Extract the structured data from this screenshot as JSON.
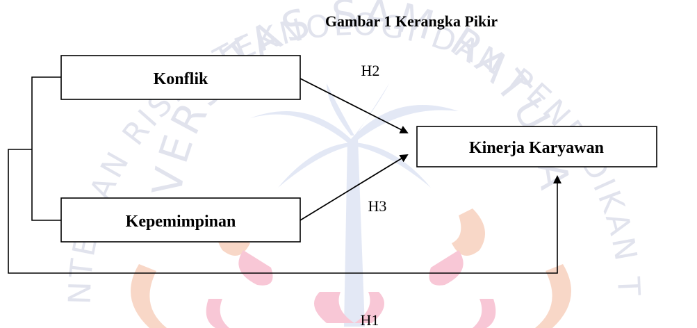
{
  "figure": {
    "caption": "Gambar 1 Kerangka Pikir"
  },
  "nodes": {
    "konflik": "Konflik",
    "kepemimpinan": "Kepemimpinan",
    "kinerja": "Kinerja Karyawan"
  },
  "hypotheses": {
    "h1": "H1",
    "h2": "H2",
    "h3": "H3"
  },
  "watermark": {
    "top_text": "KEMENTERIAN RISET TEKNOLOGI DAN PENDIDIKAN TINGGI",
    "mid_text": "UNIVERSITAS SAM RATULANGI",
    "colors": {
      "text": "#c9cde0",
      "emblem_orange": "#f4b79a",
      "emblem_pink": "#f39ab5",
      "emblem_blue": "#cdd6ee"
    }
  },
  "colors": {
    "ink": "#000000"
  }
}
